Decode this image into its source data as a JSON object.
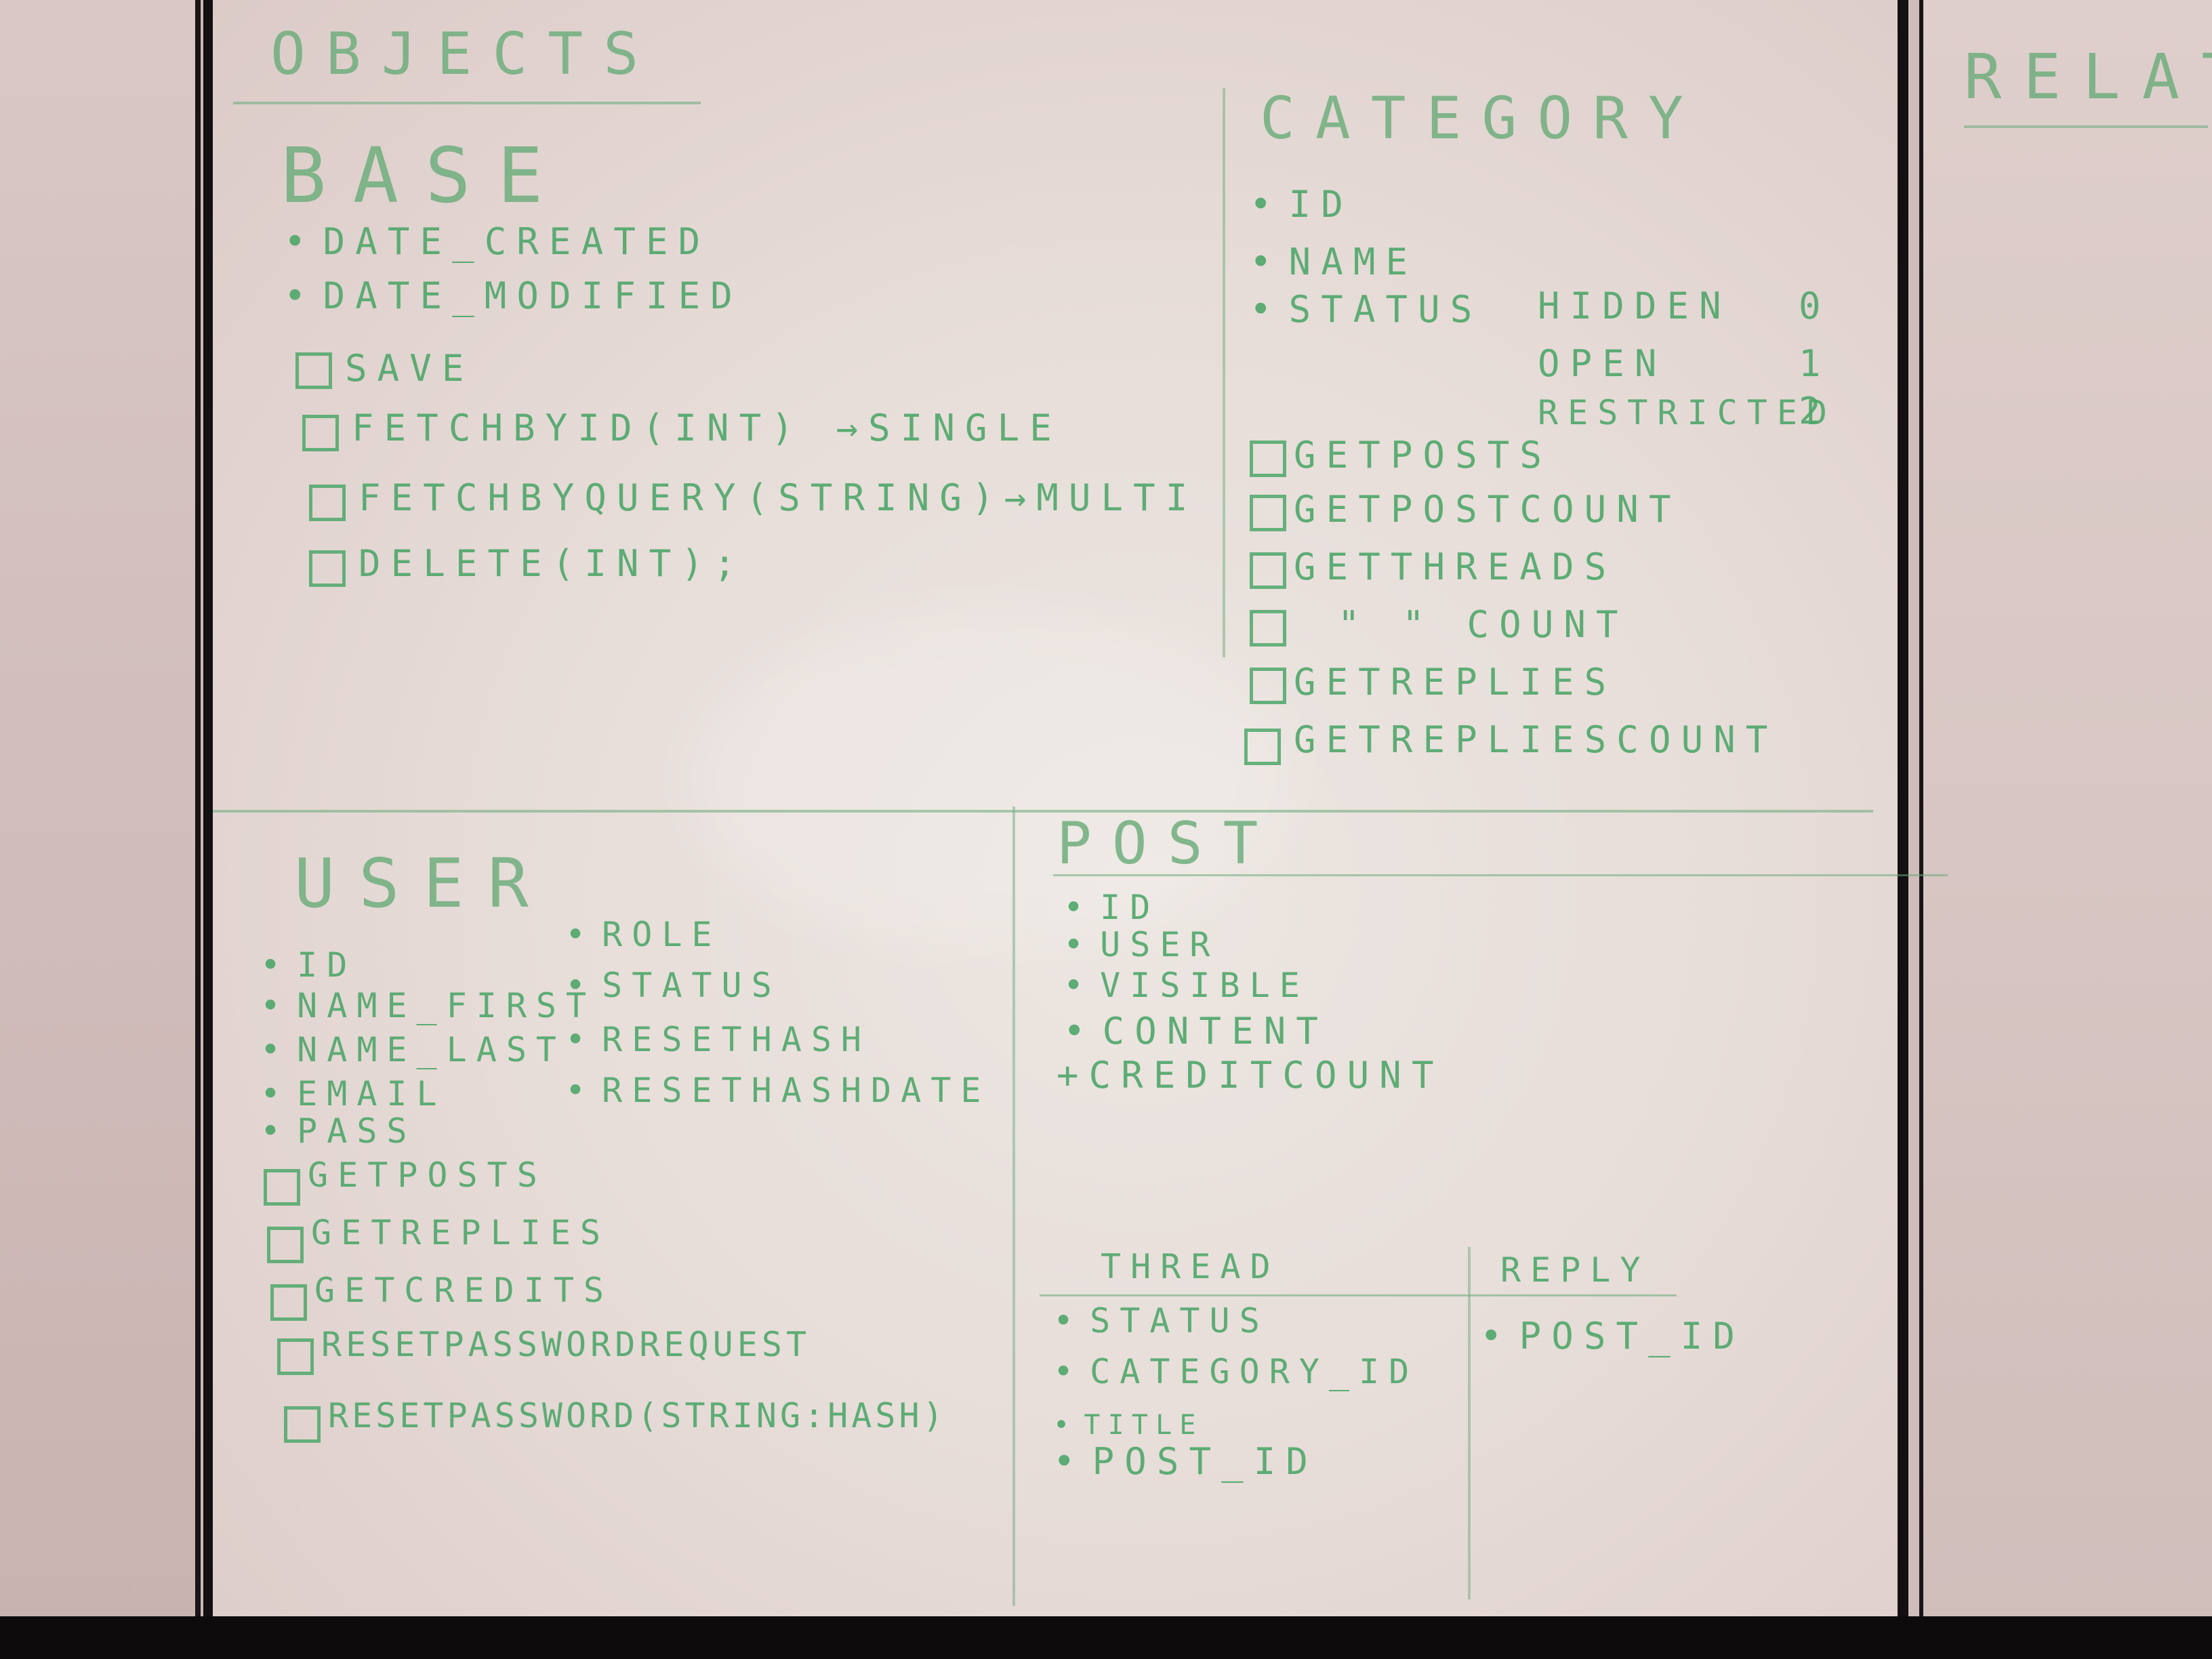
{
  "objects_title": "OBJECTS",
  "relations_title": "RELAT",
  "base": {
    "title": "BASE",
    "fields": [
      "DATE_CREATED",
      "DATE_MODIFIED"
    ],
    "methods": [
      "SAVE",
      "FETCHBYID(INT) →SINGLE",
      "FETCHBYQUERY(STRING)→MULTI",
      "DELETE(INT);"
    ]
  },
  "category": {
    "title": "CATEGORY",
    "fields": [
      "ID",
      "NAME",
      "STATUS"
    ],
    "status_values": [
      {
        "label": "HIDDEN",
        "code": "0"
      },
      {
        "label": "OPEN",
        "code": "1"
      },
      {
        "label": "RESTRICTED",
        "code": "2"
      }
    ],
    "methods": [
      "GETPOSTS",
      "GETPOSTCOUNT",
      "GETTHREADS",
      "\"   \" COUNT",
      "GETREPLIES",
      "GETREPLIESCOUNT"
    ]
  },
  "user": {
    "title": "USER",
    "fields_left": [
      "ID",
      "NAME_FIRST",
      "NAME_LAST",
      "EMAIL",
      "PASS"
    ],
    "fields_right": [
      "ROLE",
      "STATUS",
      "RESETHASH",
      "RESETHASHDATE"
    ],
    "methods": [
      "GETPOSTS",
      "GETREPLIES",
      "GETCREDITS",
      "RESETPASSWORDREQUEST",
      "RESETPASSWORD(STRING:HASH)"
    ]
  },
  "post": {
    "title": "POST",
    "fields": [
      "ID",
      "USER",
      "VISIBLE",
      "CONTENT"
    ],
    "extra": "+CREDITCOUNT"
  },
  "thread": {
    "title": "THREAD",
    "fields": [
      "STATUS",
      "CATEGORY_ID",
      "TITLE",
      "POST_ID"
    ]
  },
  "reply": {
    "title": "REPLY",
    "fields": [
      "POST_ID"
    ]
  },
  "colors": {
    "ink": "#4ea76a",
    "board": "#e9e1dd",
    "frame": "#141012"
  }
}
